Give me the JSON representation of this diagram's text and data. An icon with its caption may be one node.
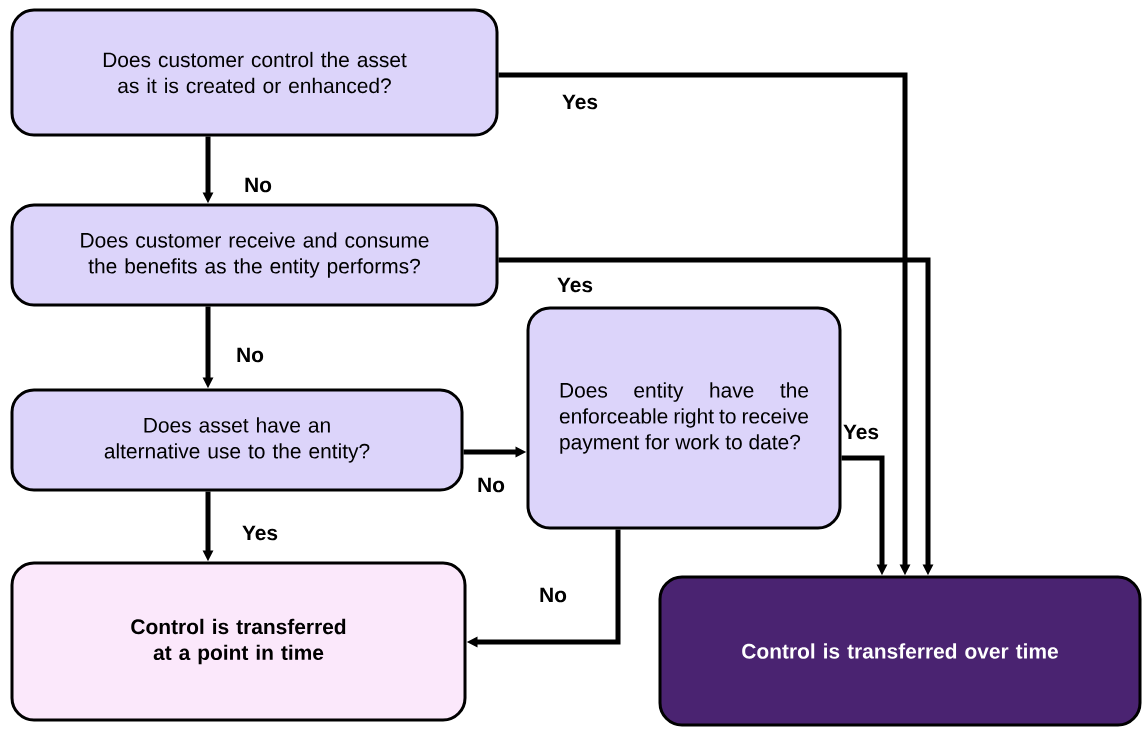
{
  "diagram": {
    "nodes": [
      {
        "text": [
          "Does customer control the asset as it is created or enhanced?"
        ]
      },
      {
        "text": [
          "Does customer receive and consume the benefits as the entity performs?"
        ]
      },
      {
        "text": [
          "Does asset have an alternative use to the entity?"
        ]
      },
      {
        "text": [
          "Does entity have the enforceable right to receive payment for work to date?"
        ]
      },
      {
        "text": [
          "Control is transferred at a point in time"
        ]
      },
      {
        "text": [
          "Control is transferred over time"
        ]
      }
    ],
    "edges": [
      {
        "from": 0,
        "to": 1,
        "arrow": "to",
        "label": "No"
      },
      {
        "from": 0,
        "to": 5,
        "arrow": "to",
        "label": "Yes"
      },
      {
        "from": 1,
        "to": 2,
        "arrow": "to",
        "label": "No"
      },
      {
        "from": 1,
        "to": 5,
        "arrow": "to",
        "label": "Yes"
      },
      {
        "from": 2,
        "to": 3,
        "arrow": "to",
        "label": "No"
      },
      {
        "from": 2,
        "to": 4,
        "arrow": "to",
        "label": "Yes"
      },
      {
        "from": 3,
        "to": 5,
        "arrow": "to",
        "label": "Yes"
      },
      {
        "from": 3,
        "to": 4,
        "arrow": "to",
        "label": "No"
      }
    ]
  }
}
